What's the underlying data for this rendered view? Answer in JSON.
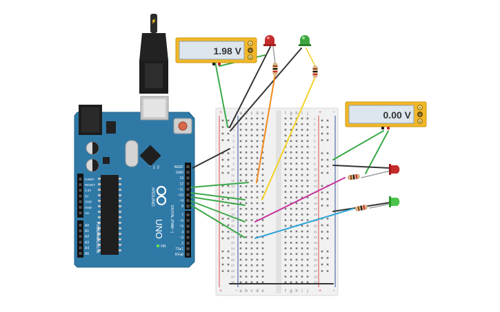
{
  "multimeters": [
    {
      "reading": "1.98 V",
      "modes": [
        "A",
        "V",
        "Ω"
      ]
    },
    {
      "reading": "0.00 V",
      "modes": [
        "A",
        "V",
        "Ω"
      ]
    }
  ],
  "arduino": {
    "brand": "ARDUINO",
    "model": "UNO",
    "on_label": "ON",
    "digital_label": "DIGITAL (PWM ~)",
    "power_label": "POWER",
    "analog_label": "ANALOG IN",
    "top_header_pins": [
      "AREF",
      "GND",
      "13",
      "12",
      "~11",
      "~10",
      "~9",
      "8"
    ],
    "bottom_header_pins": [
      "7",
      "~6",
      "~5",
      "4",
      "~3",
      "2",
      "TX▸1",
      "RX◂0"
    ],
    "power_pins": [
      "IOREF",
      "RESET",
      "3.3V",
      "5V",
      "GND",
      "GND",
      "Vin"
    ],
    "analog_pins": [
      "A0",
      "A1",
      "A2",
      "A3",
      "A4",
      "A5"
    ],
    "tx_label": "TX",
    "rx_label": "RX",
    "l_label": "L"
  },
  "breadboard": {
    "columns_left": [
      "a",
      "b",
      "c",
      "d",
      "e"
    ],
    "columns_right": [
      "f",
      "g",
      "h",
      "i",
      "j"
    ],
    "rows": [
      "1",
      "2",
      "3",
      "4",
      "5",
      "6",
      "7",
      "8",
      "9",
      "10",
      "11",
      "12",
      "13",
      "14",
      "15",
      "16",
      "17",
      "18",
      "19",
      "20",
      "21",
      "22",
      "23",
      "24",
      "25",
      "26",
      "27",
      "28",
      "29",
      "30"
    ],
    "plus": "+",
    "minus": "-"
  },
  "colors": {
    "board": "#2f79a7",
    "multimeter": "#f2b728",
    "display": "#dde6ec",
    "wire_green": "#3aa847",
    "wire_black": "#333333",
    "wire_orange": "#f08a1c",
    "wire_yellow": "#f5d224",
    "wire_magenta": "#c8329c",
    "wire_blue": "#2aa3d6",
    "led_red": "#c42b2b",
    "led_green": "#4bc44b"
  }
}
